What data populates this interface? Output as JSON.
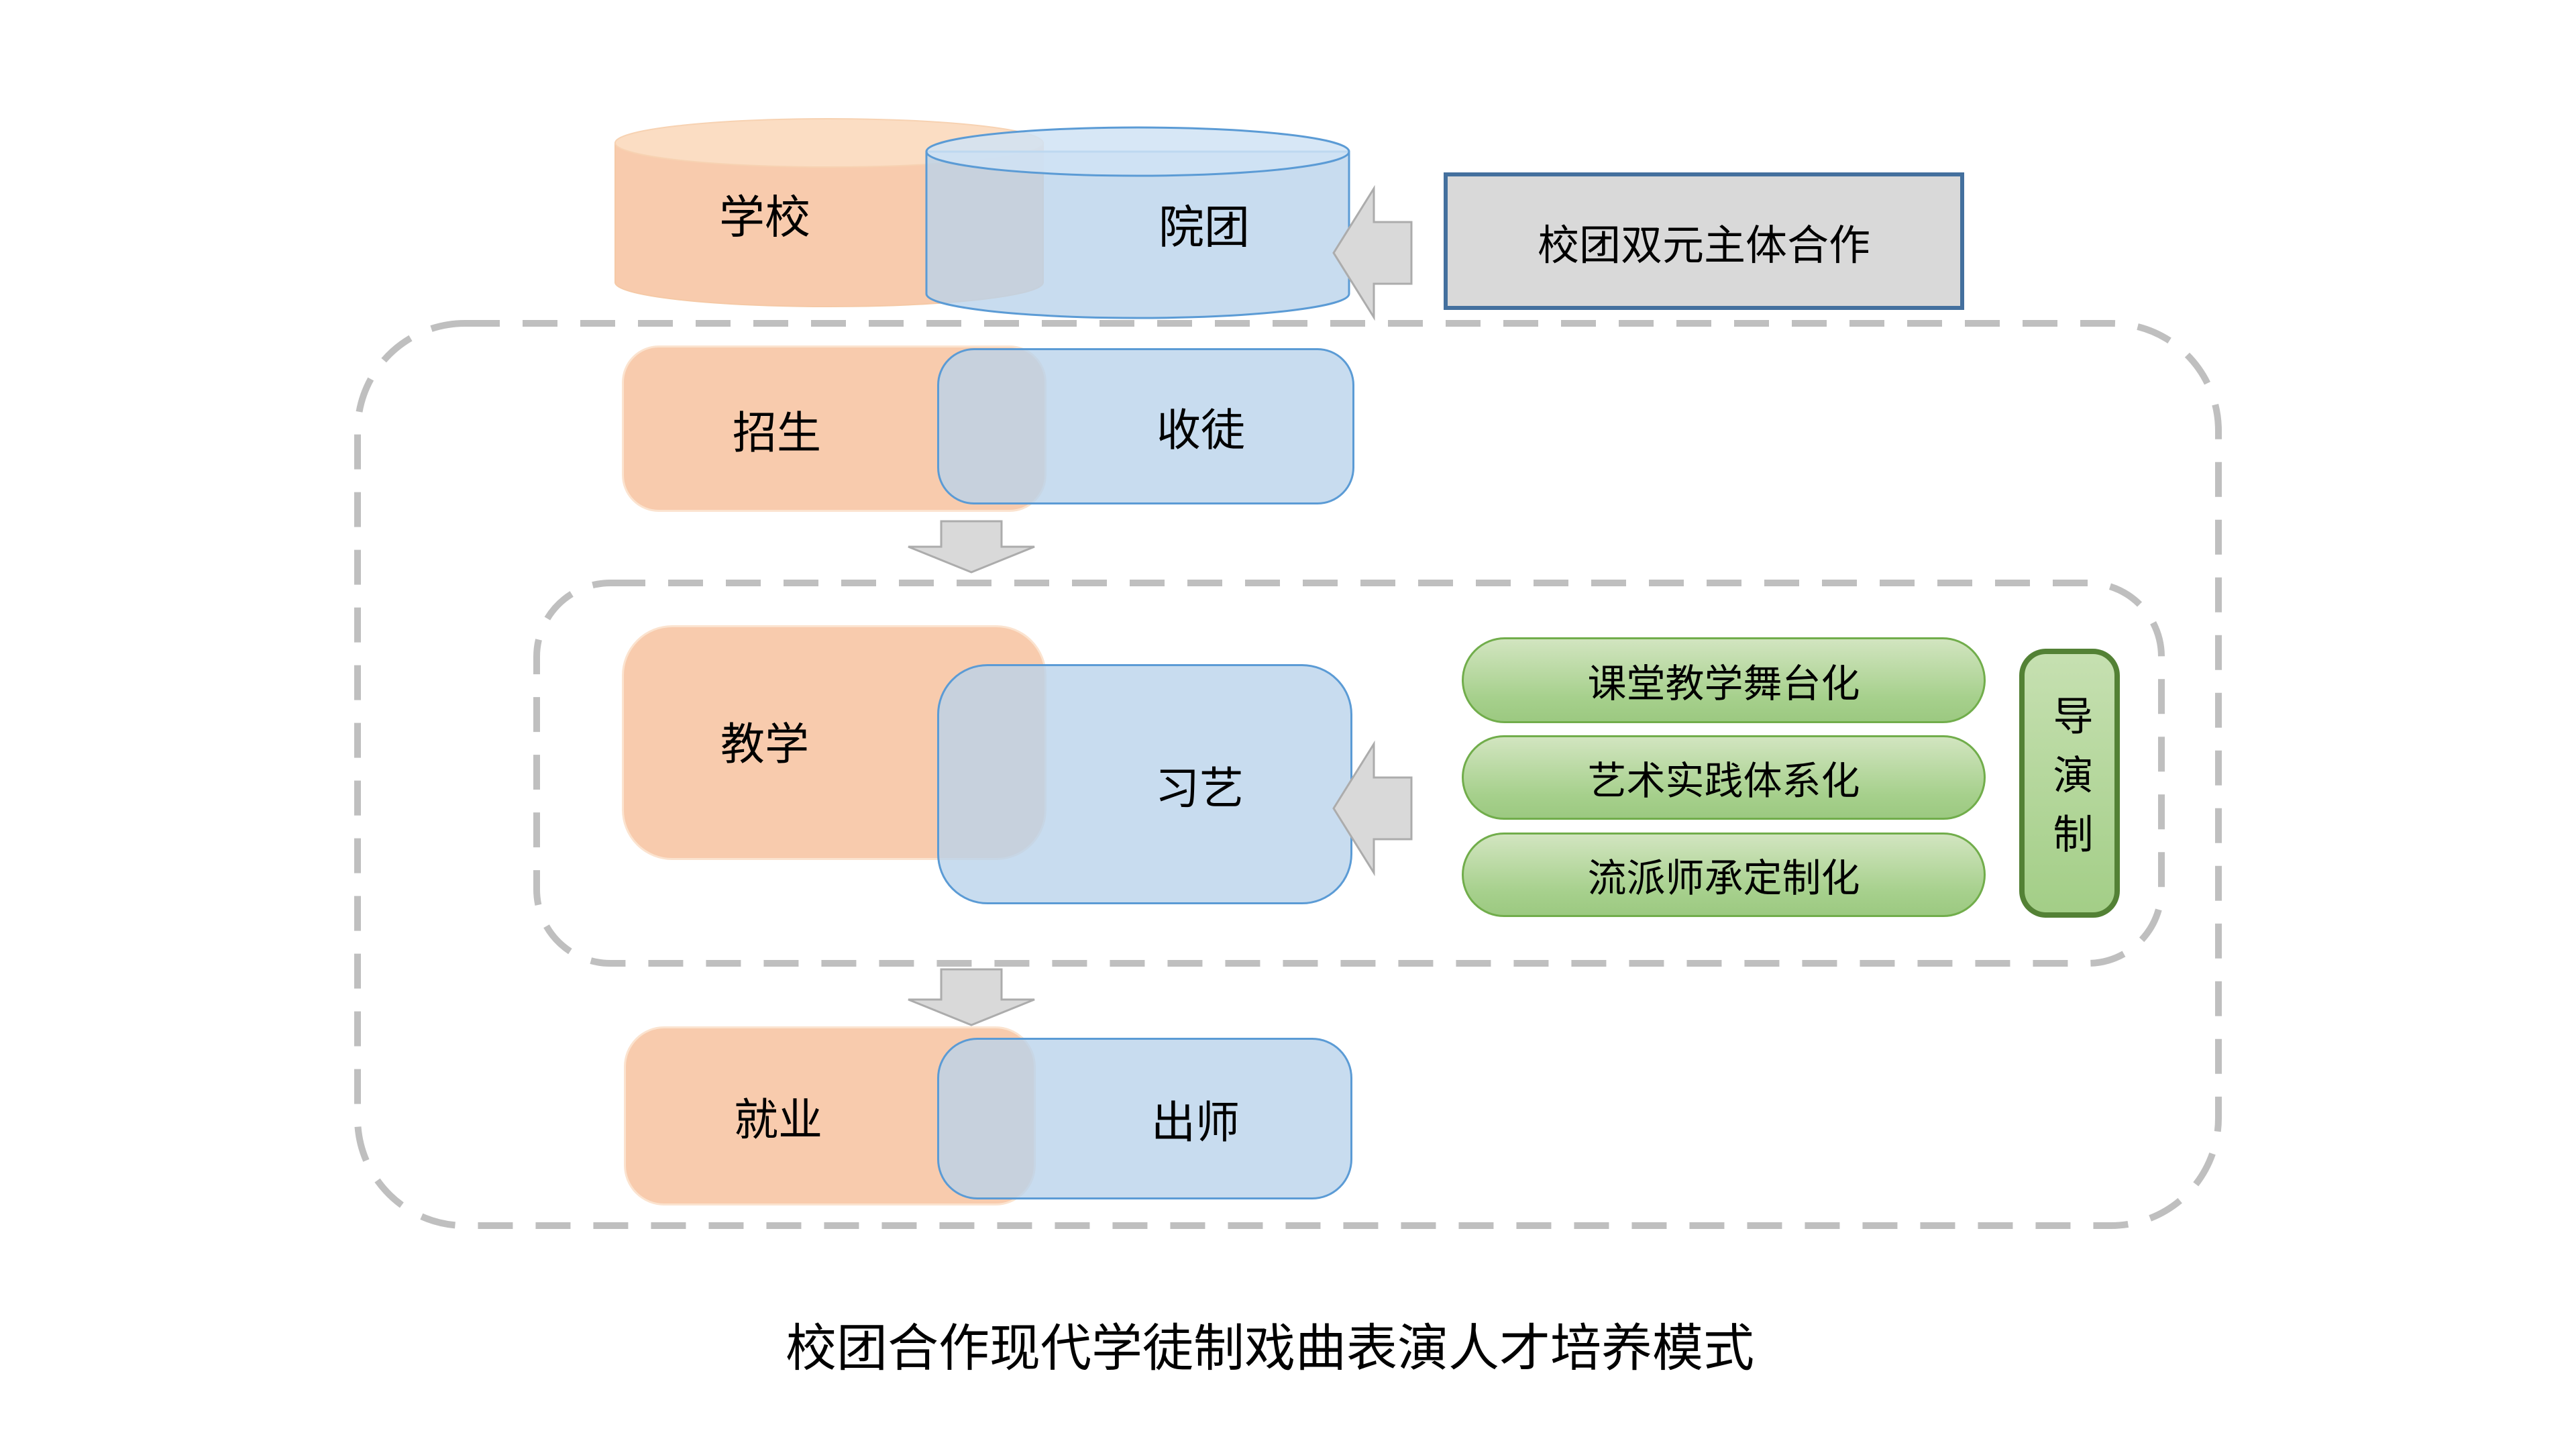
{
  "caption": "校团合作现代学徒制戏曲表演人才培养模式",
  "header": {
    "school": "学校",
    "troupe": "院团",
    "cooperation": "校团双元主体合作"
  },
  "rows": [
    {
      "school": "招生",
      "troupe": "收徒"
    },
    {
      "school": "教学",
      "troupe": "习艺"
    },
    {
      "school": "就业",
      "troupe": "出师"
    }
  ],
  "methods": [
    "课堂教学舞台化",
    "艺术实践体系化",
    "流派师承定制化"
  ],
  "director": "导演制",
  "colors": {
    "school_fill": "#F8CBAD",
    "troupe_fill": "#B9D2EB",
    "troupe_border": "#5B9BD5",
    "method_fill": "#A6D08C",
    "method_border": "#71AD4B",
    "director_border": "#538135",
    "coop_fill": "#D9D9D9",
    "coop_border": "#44709E",
    "dash": "#BFBFBF",
    "arrow_fill": "#D9D9D9"
  }
}
